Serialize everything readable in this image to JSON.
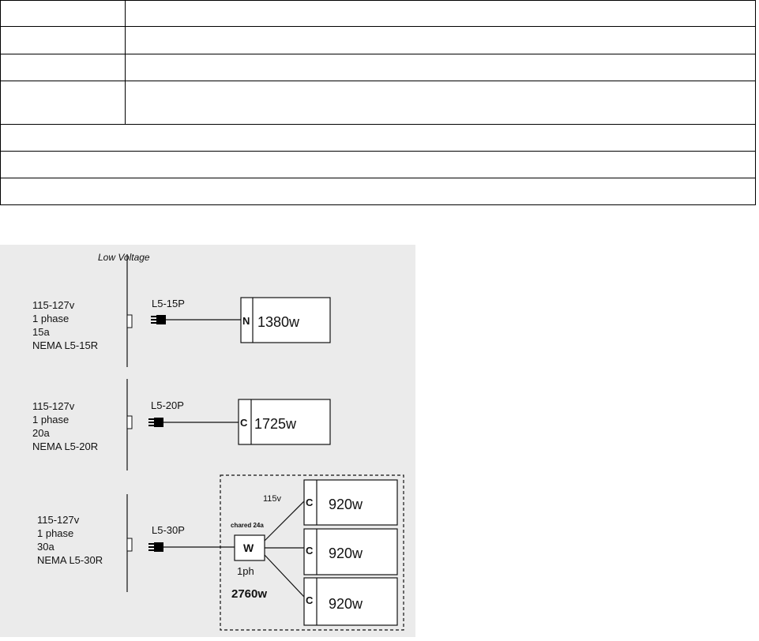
{
  "diagram": {
    "title": "Low Voltage",
    "circuits": [
      {
        "source_lines": [
          "115-127v",
          "1 phase",
          "15a",
          "NEMA L5-15R"
        ],
        "plug": "L5-15P",
        "letter": "N",
        "watts": "1380w"
      },
      {
        "source_lines": [
          "115-127v",
          "1 phase",
          "20a",
          "NEMA L5-20R"
        ],
        "plug": "L5-20P",
        "letter": "C",
        "watts": "1725w"
      },
      {
        "source_lines": [
          "115-127v",
          "1 phase",
          "30a",
          "NEMA L5-30R"
        ],
        "plug": "L5-30P",
        "splitter": {
          "shared_label": "chared 24a",
          "letter": "W",
          "phase": "1ph",
          "voltage": "115v",
          "total": "2760w",
          "outputs": [
            {
              "letter": "C",
              "watts": "920w"
            },
            {
              "letter": "C",
              "watts": "920w"
            },
            {
              "letter": "C",
              "watts": "920w"
            }
          ]
        }
      }
    ]
  }
}
